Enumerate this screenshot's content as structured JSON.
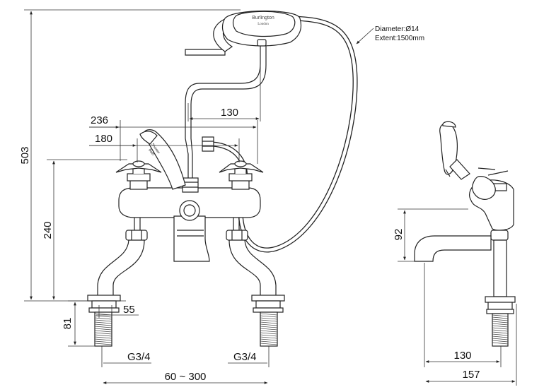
{
  "dimensions": {
    "total_height": "503",
    "base_height": "240",
    "width_236": "236",
    "width_180": "180",
    "handset_offset": "130",
    "inlet_55": "55",
    "inlet_81": "81",
    "thread_left": "G3/4",
    "thread_right": "G3/4",
    "centres": "60 ~ 300",
    "side_92": "92",
    "side_130": "130",
    "side_157": "157"
  },
  "hose_note": {
    "diameter": "Diameter:Ø14",
    "extent": "Extent:1500mm"
  },
  "handset_brand": {
    "name": "Burlington",
    "place": "London"
  },
  "lever_label": {
    "line1": "Shower",
    "line2": "Bath"
  }
}
